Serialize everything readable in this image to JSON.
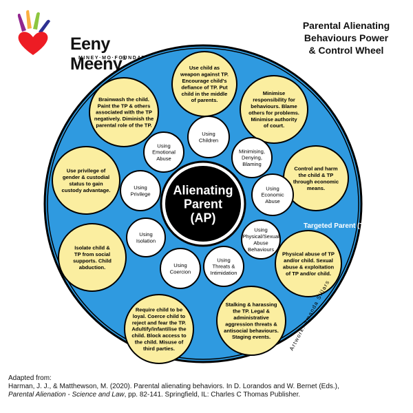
{
  "brand": {
    "name": "Eeny Meeny",
    "registered": "®",
    "tagline": "MINEY·MO·FOUNDATION",
    "colors": [
      "#ed1c24",
      "#f7941d",
      "#8dc63f",
      "#2e3192",
      "#92278f",
      "#fbb040"
    ]
  },
  "title": {
    "lines": [
      "Parental Alienating",
      "Behaviours Power",
      "& Control Wheel"
    ]
  },
  "colors": {
    "outer_ring": "#2f9ae0",
    "inner_ring": "#49a7ea",
    "yellow_circle": "#fbeea0",
    "white_circle": "#ffffff",
    "hub": "#000000",
    "outline": "#000000"
  },
  "hub": {
    "lines": [
      "Alienating",
      "Parent",
      "(AP)"
    ]
  },
  "spokes": [
    {
      "id": "children",
      "lines": [
        "Using",
        "Children"
      ]
    },
    {
      "id": "minimising",
      "lines": [
        "Minimising,",
        "Denying,",
        "Blaming"
      ]
    },
    {
      "id": "economic",
      "lines": [
        "Using",
        "Economic",
        "Abuse"
      ]
    },
    {
      "id": "physical",
      "lines": [
        "Using",
        "Physical/Sexual",
        "Abuse",
        "Behaviours"
      ]
    },
    {
      "id": "threats",
      "lines": [
        "Using",
        "Threats &",
        "Intimidation"
      ]
    },
    {
      "id": "coercion",
      "lines": [
        "Using",
        "Coercion"
      ]
    },
    {
      "id": "isolation",
      "lines": [
        "Using",
        "Isolation"
      ]
    },
    {
      "id": "privilege",
      "lines": [
        "Using",
        "Privilege"
      ]
    },
    {
      "id": "emotional",
      "lines": [
        "Using",
        "Emotional",
        "Abuse"
      ]
    }
  ],
  "outer_items": [
    {
      "id": "weapon",
      "lines": [
        "Use child as",
        "weapon against TP.",
        "Encourage child's",
        "defiance of TP. Put",
        "child in the middle",
        "of parents."
      ]
    },
    {
      "id": "responsibility",
      "lines": [
        "Minimise",
        "responsibility for",
        "behaviours. Blame",
        "others for problems.",
        "Minimise authority",
        "of court."
      ]
    },
    {
      "id": "control",
      "lines": [
        "Control and harm",
        "the child & TP",
        "through economic",
        "means."
      ]
    },
    {
      "id": "physical-abuse",
      "lines": [
        "Physical abuse of TP",
        "and/or child. Sexual",
        "abuse & exploitation",
        "of TP and/or child."
      ]
    },
    {
      "id": "stalking",
      "lines": [
        "Stalking & harassing",
        "the TP. Legal &",
        "administrative",
        "aggression threats &",
        "antisocial behaviours.",
        "Staging events."
      ]
    },
    {
      "id": "loyal",
      "lines": [
        "Require child to be",
        "loyal. Coerce child to",
        "reject and fear the TP.",
        "Adultify/infantilise the",
        "child. Block access to",
        "the child. Misuse of",
        "third parties."
      ]
    },
    {
      "id": "isolate",
      "lines": [
        "Isolate child &",
        "TP from social",
        "supports. Child",
        "abduction."
      ]
    },
    {
      "id": "privilege-gender",
      "lines": [
        "Use privilege of",
        "gender & custodial",
        "status to gain",
        "custody advantage."
      ]
    },
    {
      "id": "brainwash",
      "lines": [
        "Brainwash the child.",
        "Paint the TP & others",
        "associated with the TP",
        "negatively. Diminish the",
        "parental role of the TP."
      ]
    }
  ],
  "targeted_parent_label": "Targeted Parent (TP)",
  "artwork_credit": "Artwork: Amanda Sillars",
  "citation": {
    "line1": "Adapted from:",
    "line2": "Harman, J. J., & Matthewson, M. (2020). Parental alienating behaviors. In D. Lorandos and W. Bernet (Eds.),",
    "line3_italic": "Parental Alienation - Science and Law",
    "line3_rest": ", pp. 82-141. Springfield, IL: Charles C Thomas Publisher."
  }
}
